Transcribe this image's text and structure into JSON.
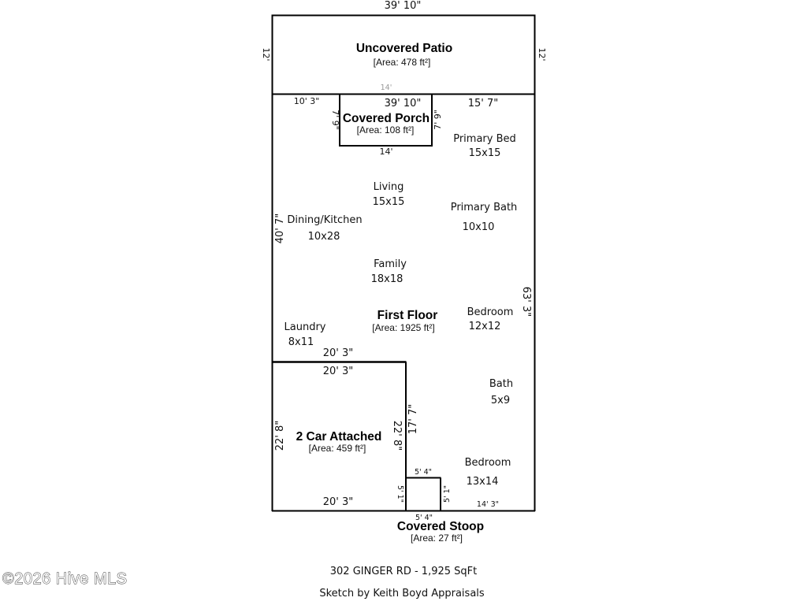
{
  "watermark": "©2026 Hive MLS",
  "footer": {
    "address": "302 GINGER RD - 1,925 SqFt",
    "credit": "Sketch by Keith Boyd Appraisals"
  },
  "areas": {
    "patio": {
      "name": "Uncovered Patio",
      "area": "[Area: 478 ft²]"
    },
    "porch": {
      "name": "Covered Porch",
      "area": "[Area: 108 ft²]"
    },
    "first_floor": {
      "name": "First Floor",
      "area": "[Area: 1925 ft²]"
    },
    "garage": {
      "name": "2 Car Attached",
      "area": "[Area: 459 ft²]"
    },
    "stoop": {
      "name": "Covered Stoop",
      "area": "[Area: 27 ft²]"
    }
  },
  "rooms": {
    "primary_bed": {
      "name": "Primary Bed",
      "size": "15x15"
    },
    "living": {
      "name": "Living",
      "size": "15x15"
    },
    "primary_bath": {
      "name": "Primary Bath",
      "size": "10x10"
    },
    "dining_kitchen": {
      "name": "Dining/Kitchen",
      "size": "10x28"
    },
    "family": {
      "name": "Family",
      "size": "18x18"
    },
    "bedroom_1": {
      "name": "Bedroom",
      "size": "12x12"
    },
    "laundry": {
      "name": "Laundry",
      "size": "8x11"
    },
    "bath": {
      "name": "Bath",
      "size": "5x9"
    },
    "bedroom_2": {
      "name": "Bedroom",
      "size": "13x14"
    }
  },
  "dimensions": {
    "patio_top": "39' 10\"",
    "patio_left": "12'",
    "patio_right": "12'",
    "patio_bottom_faint": "14'",
    "porch_left_seg": "10' 3\"",
    "porch_top": "39' 10\"",
    "porch_right_seg": "15' 7\"",
    "porch_left_side": "7' 9\"",
    "porch_right_side": "7' 9\"",
    "porch_bottom": "14'",
    "house_left": "40' 7\"",
    "house_right": "63' 3\"",
    "laundry_bottom": "20' 3\"",
    "garage_top": "20' 3\"",
    "garage_left": "22' 8\"",
    "garage_right": "22' 8\"",
    "house_step": "17' 7\"",
    "garage_bottom": "20' 3\"",
    "stoop_top": "5' 4\"",
    "stoop_left": "5' 1\"",
    "stoop_right": "5' 1\"",
    "stoop_bottom": "5' 4\"",
    "bedroom_bottom": "14' 3\""
  }
}
